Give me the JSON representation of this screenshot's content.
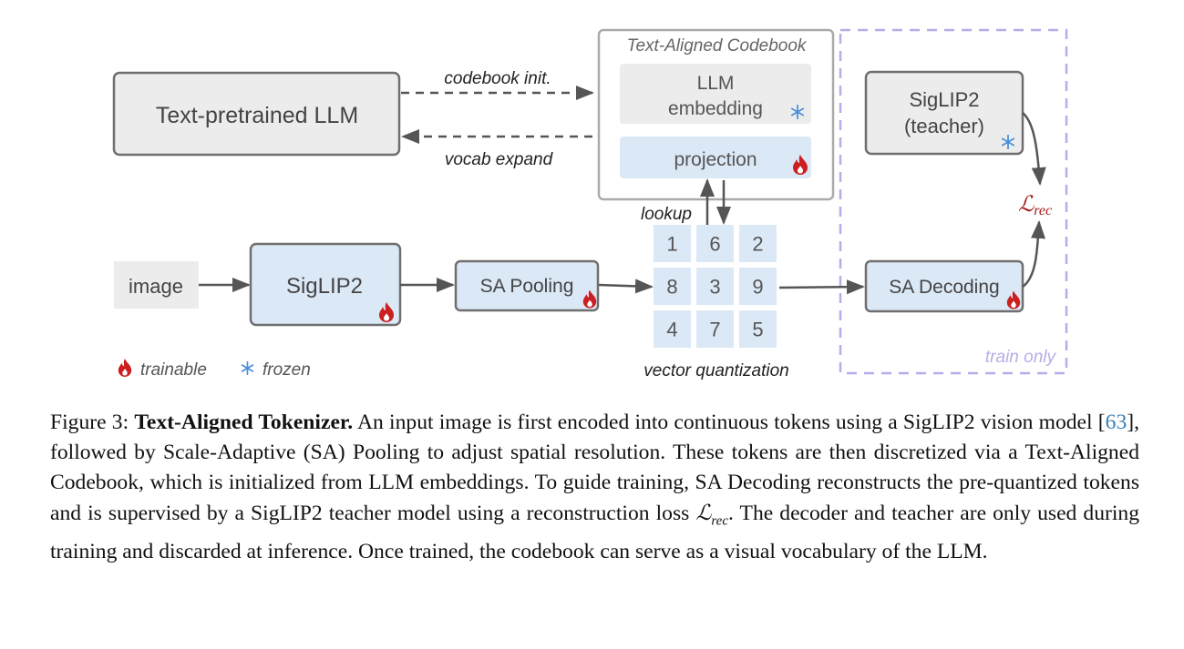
{
  "diagram": {
    "llm_box": "Text-pretrained LLM",
    "codebook_init": "codebook init.",
    "vocab_expand": "vocab expand",
    "codebook_title": "Text-Aligned Codebook",
    "llm_embedding_line1": "LLM",
    "llm_embedding_line2": "embedding",
    "projection": "projection",
    "lookup": "lookup",
    "image": "image",
    "siglip2": "SigLIP2",
    "sa_pooling": "SA Pooling",
    "grid": [
      "1",
      "6",
      "2",
      "8",
      "3",
      "9",
      "4",
      "7",
      "5"
    ],
    "vector_quantization": "vector quantization",
    "sa_decoding": "SA Decoding",
    "teacher_line1": "SigLIP2",
    "teacher_line2": "(teacher)",
    "loss_main": "ℒ",
    "loss_sub": "rec",
    "train_only": "train only",
    "legend_trainable": "trainable",
    "legend_frozen": "frozen",
    "colors": {
      "gray_box": "#ececec",
      "blue_box": "#dbe8f6",
      "border": "#6f6f6f",
      "dashed_purple": "#b4aee8",
      "flame": "#cc1f1f",
      "snow": "#4a90d9",
      "loss": "#a61d1d"
    },
    "icons": [
      "flame-icon",
      "snowflake-icon"
    ]
  },
  "caption": {
    "figure_label": "Figure 3:",
    "title": "Text-Aligned Tokenizer.",
    "text_1": "An input image is first encoded into continuous tokens using a SigLIP2 vision model [",
    "ref": "63",
    "text_2": "], followed by Scale-Adaptive (SA) Pooling to adjust spatial resolution. These tokens are then discretized via a Text-Aligned Codebook, which is initialized from LLM embeddings. To guide training, SA Decoding reconstructs the pre-quantized tokens and is supervised by a SigLIP2 teacher model using a reconstruction loss",
    "math_main": "ℒ",
    "math_sub": "rec",
    "text_3": ". The decoder and teacher are only used during training and discarded at inference. Once trained, the codebook can serve as a visual vocabulary of the LLM."
  }
}
